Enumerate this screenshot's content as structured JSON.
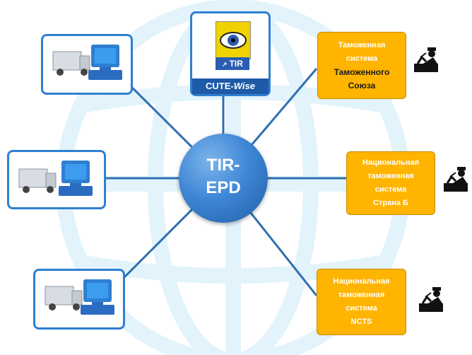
{
  "hub": {
    "line1": "TIR-",
    "line2": "EPD"
  },
  "cute": {
    "eye_icon": "eye-icon",
    "tir_label": "TIR",
    "brand_prefix": "CUTE-",
    "brand_suffix": "Wise"
  },
  "clients": [
    {
      "icon": "truck-computer-icon"
    },
    {
      "icon": "truck-computer-icon"
    },
    {
      "icon": "truck-computer-icon"
    }
  ],
  "customs_systems": [
    {
      "lines": [
        "Таможенная",
        "система"
      ],
      "lines_black": [
        "Таможенного",
        "Союза"
      ],
      "officer_icon": "customs-officer-icon"
    },
    {
      "lines": [
        "Национальная",
        "таможенная",
        "система",
        "Страна Б"
      ],
      "lines_black": [],
      "officer_icon": "customs-officer-icon"
    },
    {
      "lines": [
        "Национальная",
        "таможенная",
        "система",
        "NCTS"
      ],
      "lines_black": [],
      "officer_icon": "customs-officer-icon"
    }
  ],
  "colors": {
    "hub": "#2f74c8",
    "box_border": "#2f7fd1",
    "customs_fill": "#ffb400",
    "connector": "#2f6fb0",
    "globe": "#e3f3fb"
  }
}
